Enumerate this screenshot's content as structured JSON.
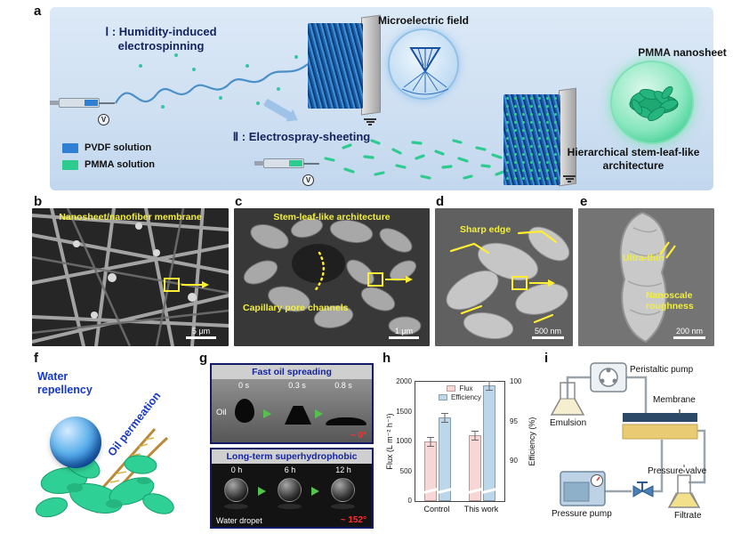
{
  "panel_labels": {
    "a": "a",
    "b": "b",
    "c": "c",
    "d": "d",
    "e": "e",
    "f": "f",
    "g": "g",
    "h": "h",
    "i": "i"
  },
  "panel_a": {
    "step1": "Ⅰ : Humidity-induced electrospinning",
    "step2": "Ⅱ : Electrospray-sheeting",
    "microelectric_field": "Microelectric field",
    "pmma_nanosheet": "PMMA nanosheet",
    "architecture": "Hierarchical stem-leaf-like architecture",
    "voltage_symbol": "V",
    "legend": [
      {
        "label": "PVDF solution",
        "color": "#2f7fd4"
      },
      {
        "label": "PMMA solution",
        "color": "#2ecb8f"
      }
    ]
  },
  "panel_b": {
    "title": "Nanosheet/nanofiber membrane",
    "scale_bar": "5 μm"
  },
  "panel_c": {
    "title": "Stem-leaf-like architecture",
    "annotation": "Capillary pore channels",
    "scale_bar": "1 μm"
  },
  "panel_d": {
    "annotation": "Sharp edge",
    "scale_bar": "500 nm"
  },
  "panel_e": {
    "annotation_top": "Ultra-thin",
    "annotation_bottom": "Nanoscale roughness",
    "scale_bar": "200 nm"
  },
  "panel_f": {
    "label_top": "Water repellency",
    "label_diag": "Oil permeation"
  },
  "panel_g": {
    "top_title": "Fast oil spreading",
    "top_times": [
      "0 s",
      "0.3 s",
      "0.8 s"
    ],
    "oil_label": "Oil",
    "top_angle": "~ 0°",
    "bottom_title": "Long-term superhydrophobic",
    "bottom_times": [
      "0 h",
      "6 h",
      "12 h"
    ],
    "bottom_label": "Water dropet",
    "bottom_angle": "~ 152°"
  },
  "chart_data": {
    "type": "bar",
    "categories": [
      "Control",
      "This work"
    ],
    "series": [
      {
        "name": "Flux",
        "axis": "left",
        "values": [
          1000,
          1100
        ],
        "color": "#f6d7d5"
      },
      {
        "name": "Efficiency",
        "axis": "right",
        "values": [
          95.5,
          99.5
        ],
        "color": "#bdd7ea"
      }
    ],
    "ylabel_left": "Flux (L m⁻² h⁻¹)",
    "ylabel_right": "Efficiency (%)",
    "ylim_left": [
      0,
      2000
    ],
    "yticks_left": [
      0,
      500,
      1000,
      1500,
      2000
    ],
    "ylim_right": [
      85,
      100
    ],
    "yticks_right": [
      90,
      95,
      100
    ],
    "legend_position": "top-center",
    "error_bars": true,
    "axis_break_marks": true
  },
  "panel_i": {
    "peristaltic_pump": "Peristaltic pump",
    "membrane": "Membrane",
    "emulsion": "Emulsion",
    "pressure_valve": "Pressure valve",
    "pressure_pump": "Pressure pump",
    "filtrate": "Filtrate"
  }
}
